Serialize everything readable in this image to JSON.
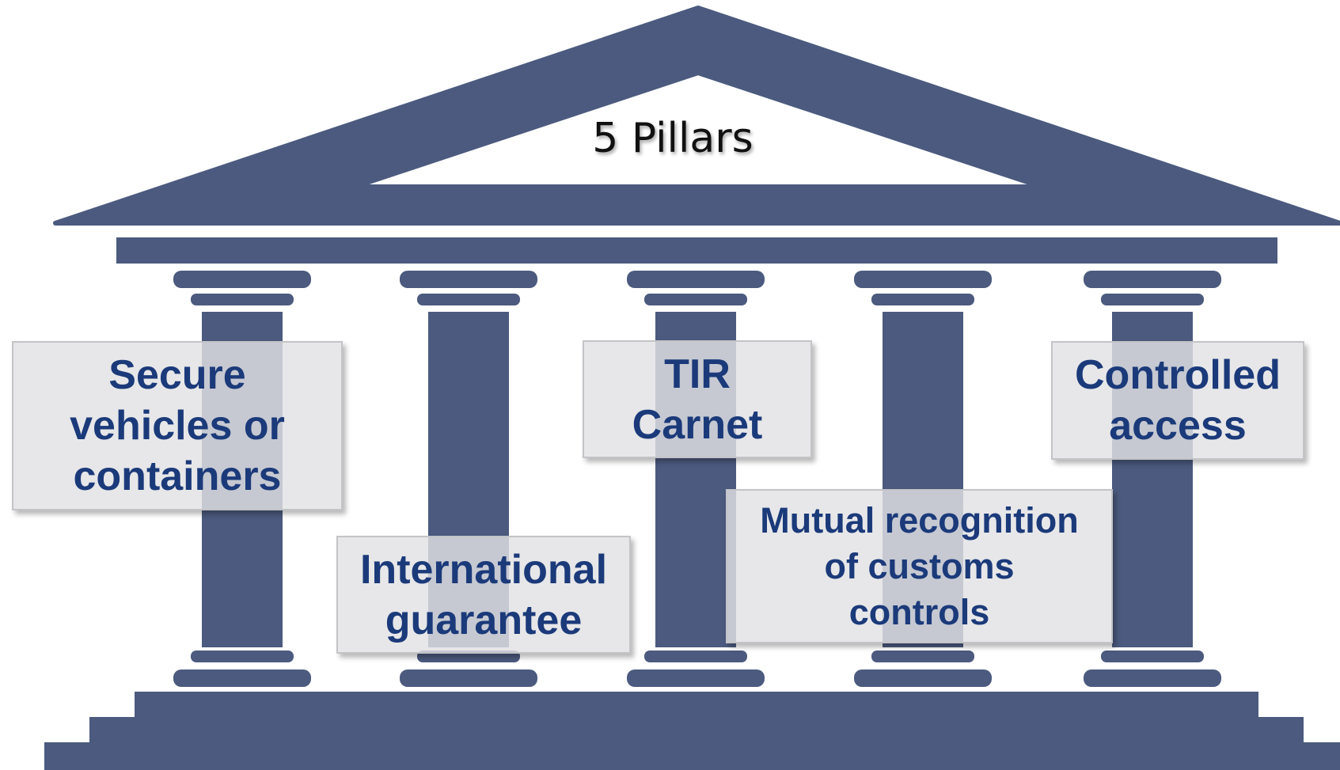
{
  "diagram": {
    "title": "5 Pillars",
    "colors": {
      "structure": "#4b5a7e",
      "label_text": "#1b3a7a",
      "label_bg": "#e2e2e4"
    },
    "pillars": [
      {
        "label": "Secure\nvehicles or\ncontainers"
      },
      {
        "label": "International\nguarantee"
      },
      {
        "label": "TIR\nCarnet"
      },
      {
        "label": "Mutual recognition\nof customs\ncontrols"
      },
      {
        "label": "Controlled\naccess"
      }
    ]
  }
}
